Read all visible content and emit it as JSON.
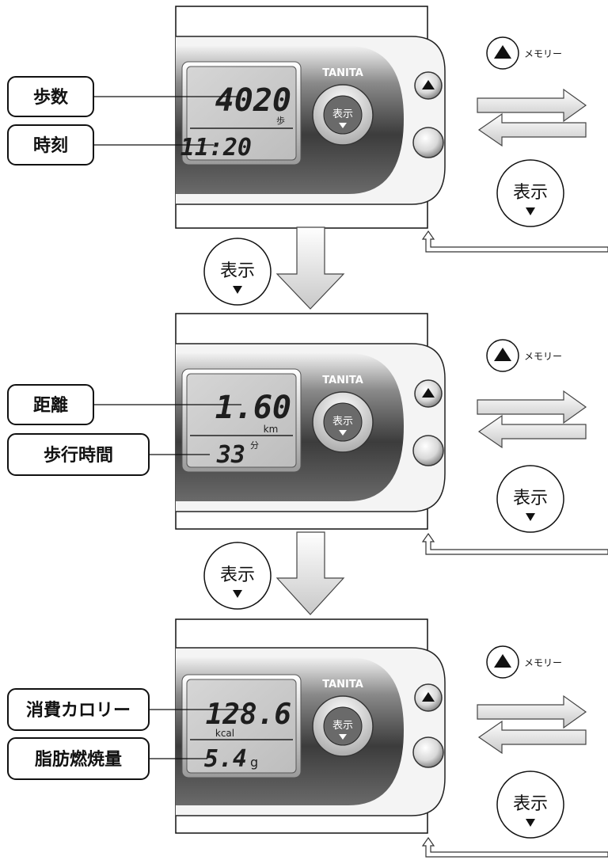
{
  "brand": "TANITA",
  "memory_label": "メモリー",
  "display_button": "表示",
  "screens": [
    {
      "labels": [
        "歩数",
        "時刻"
      ],
      "main_value": "4020",
      "main_unit": "歩",
      "sub_value": "11:20",
      "sub_unit": ""
    },
    {
      "labels": [
        "距離",
        "歩行時間"
      ],
      "main_value": "1.60",
      "main_unit": "km",
      "sub_value": "33",
      "sub_unit": "分"
    },
    {
      "labels": [
        "消費カロリー",
        "脂肪燃焼量"
      ],
      "main_value": "128.6",
      "main_unit": "kcal",
      "sub_value": "5.4",
      "sub_unit": "g"
    }
  ],
  "colors": {
    "device_dark": "#4a4a4a",
    "lcd_background": "#c9c9c9",
    "outline": "#111111"
  }
}
